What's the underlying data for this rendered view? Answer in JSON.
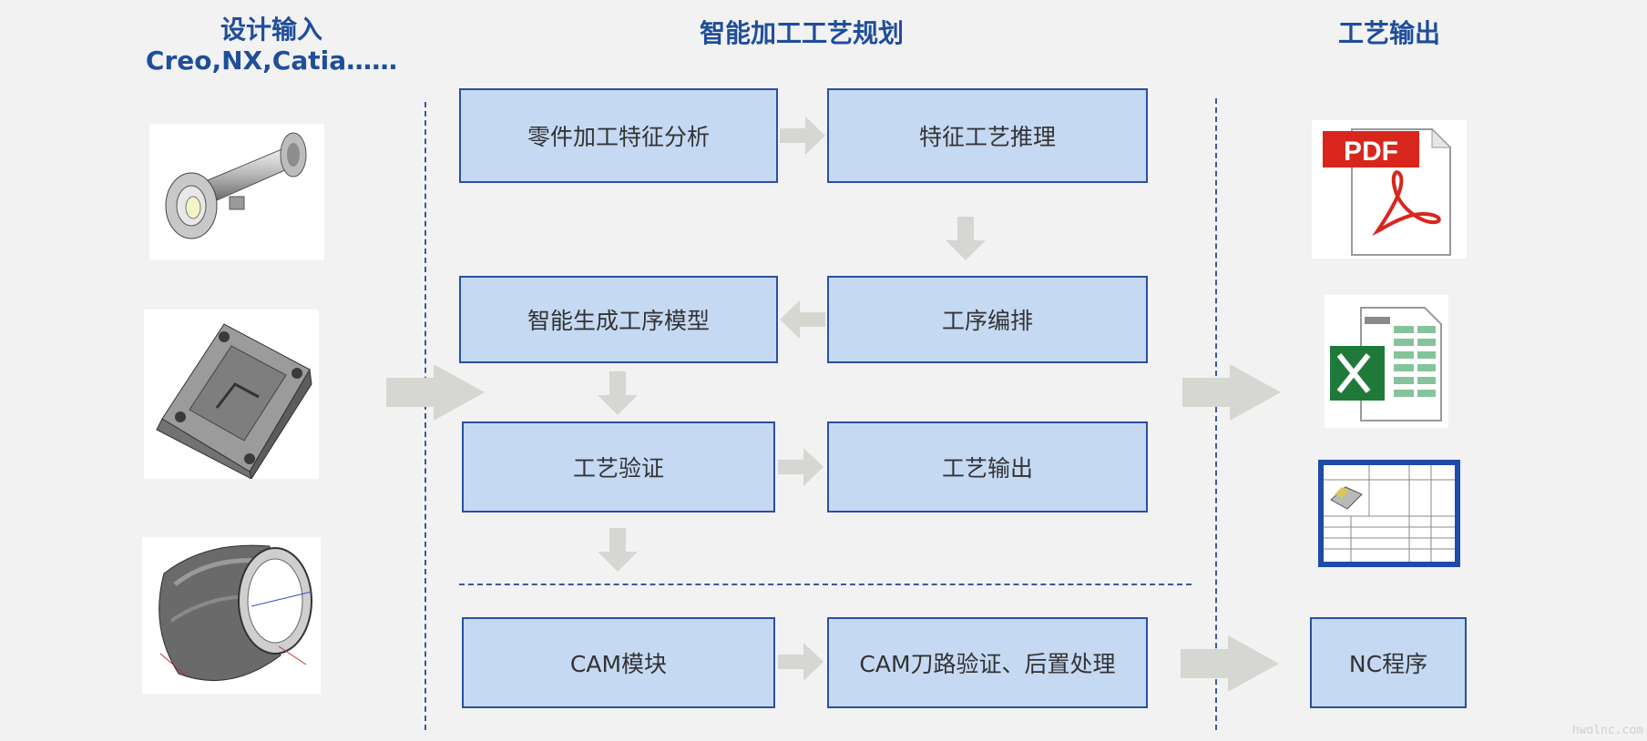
{
  "headers": {
    "input_title": "设计输入",
    "input_subtitle": "Creo,NX,Catia……",
    "planning_title": "智能加工工艺规划",
    "output_title": "工艺输出"
  },
  "process_boxes": {
    "feature_analysis": "零件加工特征分析",
    "feature_reasoning": "特征工艺推理",
    "process_model": "智能生成工序模型",
    "sequencing": "工序编排",
    "verification": "工艺验证",
    "process_output": "工艺输出",
    "cam_module": "CAM模块",
    "cam_toolpath": "CAM刀路验证、后置处理"
  },
  "outputs": {
    "pdf_label": "PDF",
    "nc_program": "NC程序"
  },
  "watermark": "hwolnc.com",
  "colors": {
    "header": "#1f4e9a",
    "box_fill": "#c5d9f3",
    "box_border": "#2b4fa0",
    "arrow": "#d6d6d2",
    "pdf_red": "#d9261c",
    "excel_green": "#1f7a3a"
  }
}
